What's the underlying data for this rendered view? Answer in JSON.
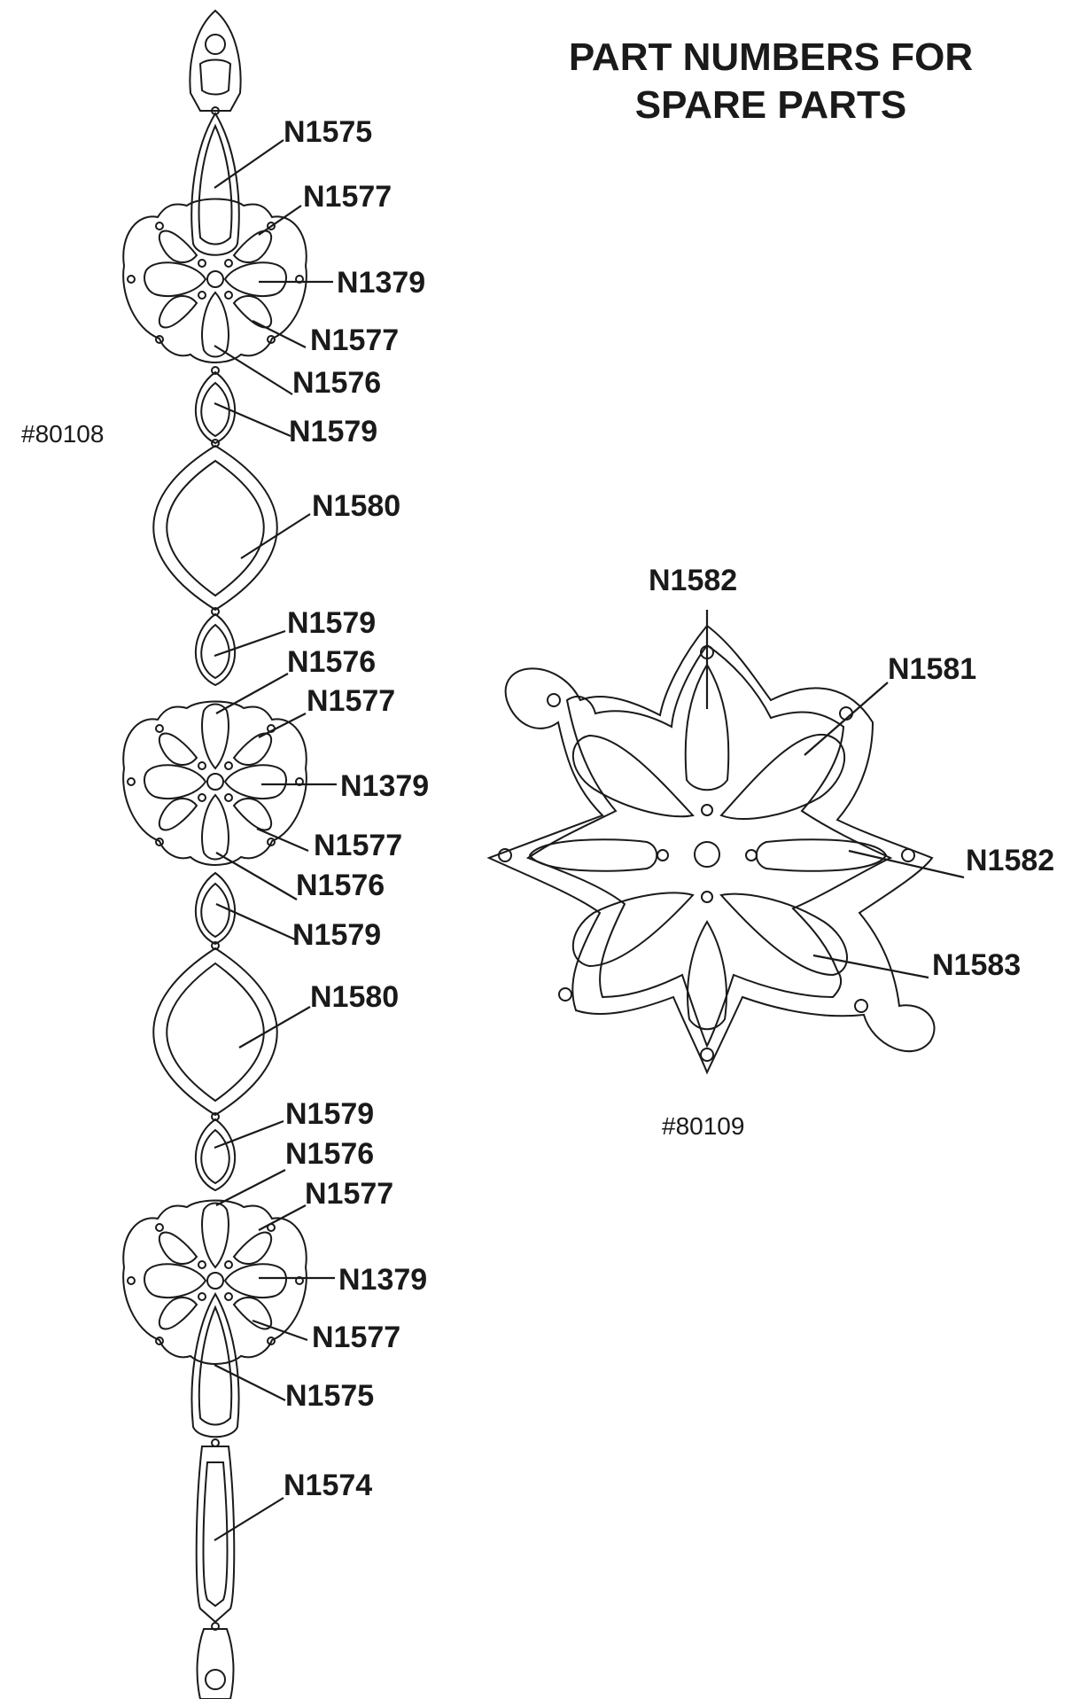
{
  "title": {
    "line1": "PART NUMBERS FOR",
    "line2": "SPARE PARTS"
  },
  "assemblies": {
    "chain": {
      "id": "#80108",
      "labels": [
        "N1575",
        "N1577",
        "N1379",
        "N1577",
        "N1576",
        "N1579",
        "N1580",
        "N1579",
        "N1576",
        "N1577",
        "N1379",
        "N1577",
        "N1576",
        "N1579",
        "N1580",
        "N1579",
        "N1576",
        "N1577",
        "N1379",
        "N1577",
        "N1575",
        "N1574"
      ]
    },
    "flower": {
      "id": "#80109",
      "labels": [
        "N1582",
        "N1581",
        "N1582",
        "N1583"
      ]
    }
  },
  "colors": {
    "ink": "#1a1a1a",
    "background": "#ffffff"
  }
}
